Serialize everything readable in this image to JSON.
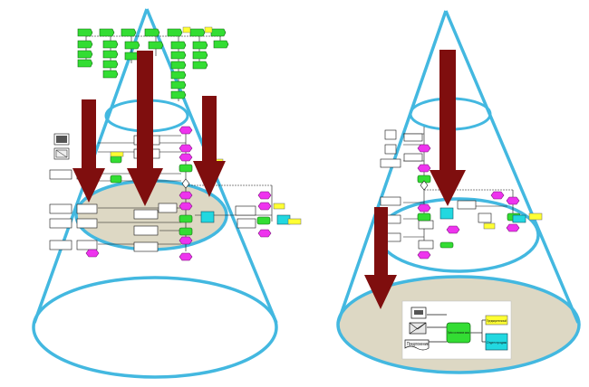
{
  "detail_view": {
    "labels": {
      "process": "Приём и согласование заказа",
      "output_doc": "Предложение",
      "yellow_box": "Предварительный",
      "cyan_box": "Отдел продаж"
    }
  },
  "colors": {
    "cone_outline": "#43b8e0",
    "cone_fill": "#ffffff",
    "focus_plane": "#ddd8c4",
    "arrow": "#7f0e0e",
    "event_green": "#33dd33",
    "function_magenta": "#ee33ee",
    "org_cyan": "#22d8e0",
    "info_yellow": "#ffff33"
  }
}
